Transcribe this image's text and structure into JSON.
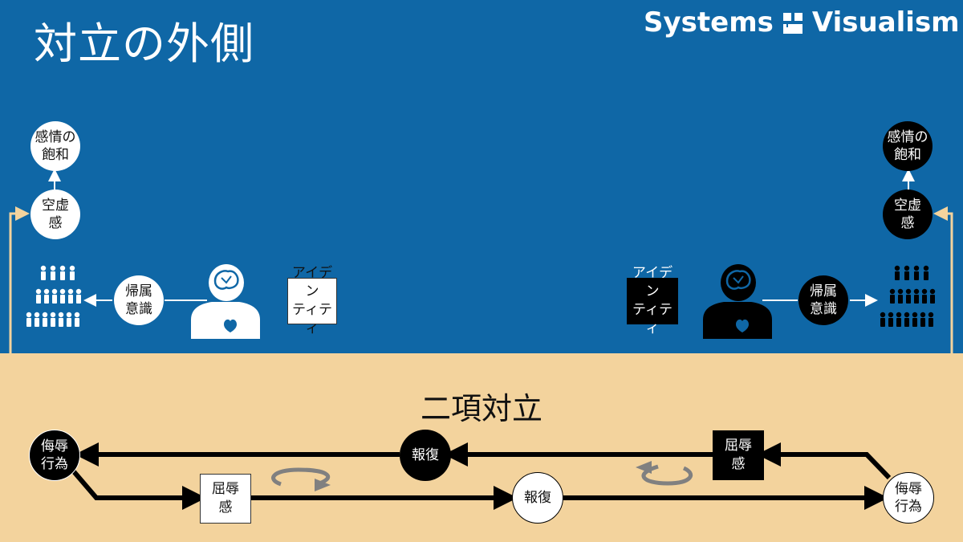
{
  "header": {
    "title": "対立の外側",
    "brand_left": "Systems",
    "brand_right": "Visualism"
  },
  "left": {
    "saturation": [
      "感情の",
      "飽和"
    ],
    "emptiness": [
      "空虚",
      "感"
    ],
    "belonging": [
      "帰属",
      "意識"
    ],
    "identity": [
      "アイデン",
      "ティティ"
    ]
  },
  "right": {
    "saturation": [
      "感情の",
      "飽和"
    ],
    "emptiness": [
      "空虚",
      "感"
    ],
    "belonging": [
      "帰属",
      "意識"
    ],
    "identity": [
      "アイデン",
      "ティティ"
    ]
  },
  "bottom": {
    "title": "二項対立",
    "insult_left": [
      "侮辱",
      "行為"
    ],
    "insult_right": [
      "侮辱",
      "行為"
    ],
    "humiliation_left": [
      "屈辱",
      "感"
    ],
    "humiliation_right": [
      "屈辱",
      "感"
    ],
    "revenge_top": "報復",
    "revenge_bottom": "報復"
  },
  "colors": {
    "top_bg": "#0f67a6",
    "bottom_bg": "#f3d39d",
    "loop_arrow": "#808080",
    "feedback_line": "#f3d39d"
  }
}
